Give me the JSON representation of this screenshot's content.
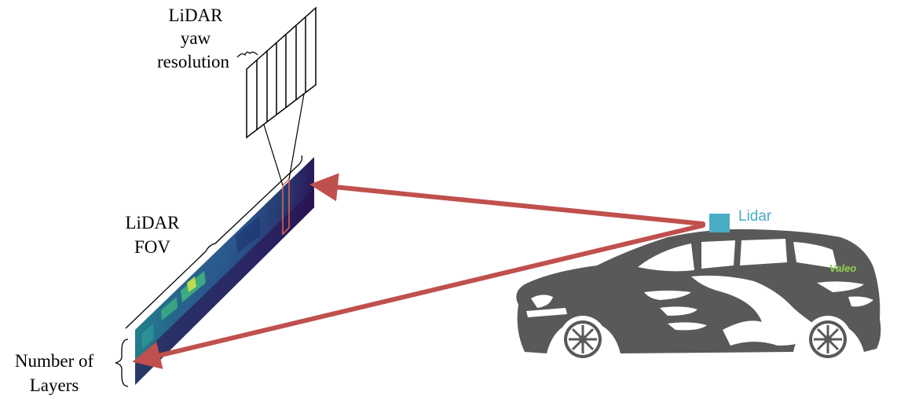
{
  "labels": {
    "yaw_line1": "LiDAR",
    "yaw_line2": "yaw",
    "yaw_line3": "resolution",
    "fov_line1": "LiDAR",
    "fov_line2": "FOV",
    "layers_line1": "Number of",
    "layers_line2": "Layers",
    "sensor": "Lidar",
    "brand": "Valeo"
  },
  "colors": {
    "ray": "#c0504d",
    "sensor": "#4bacc6",
    "car": "#595959",
    "brand": "#92d050",
    "strip_dark": "#2b0f4e",
    "strip_mid": "#2e5a8c",
    "strip_light": "#3fb77e",
    "strip_bright": "#c9e04a"
  }
}
